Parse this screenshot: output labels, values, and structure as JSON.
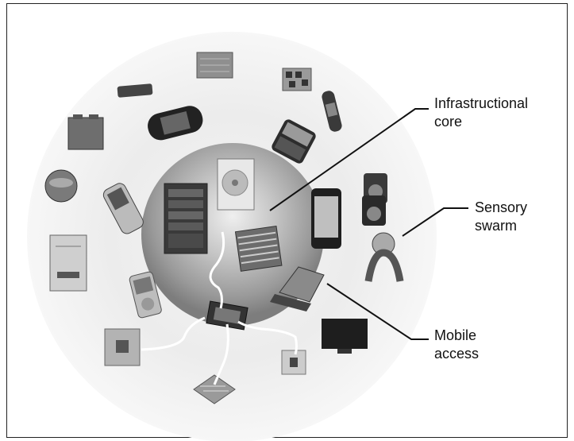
{
  "labels": {
    "infrastructure": "Infrastructional\ncore",
    "sensory": "Sensory\nswarm",
    "mobile": "Mobile\naccess"
  },
  "colors": {
    "outer_ring": "#e6e6e6",
    "inner_sphere": "#8c8c8c",
    "leader_lines": "#111111",
    "device_links": "#ffffff"
  },
  "devices": {
    "outer_ring": [
      "rack-module",
      "usb-stick",
      "memory-chips",
      "wristband",
      "battery-pack",
      "handheld-console",
      "smartphone-qwerty",
      "coin-battery",
      "flip-phone",
      "speakers",
      "motion-sensor",
      "cleanroom-device",
      "media-player",
      "laptop",
      "flat-screen-tv",
      "rfid-chip",
      "heat-sink",
      "tiny-sensor"
    ],
    "inner_core": [
      "server-rack",
      "hard-drive",
      "blade-server"
    ]
  }
}
